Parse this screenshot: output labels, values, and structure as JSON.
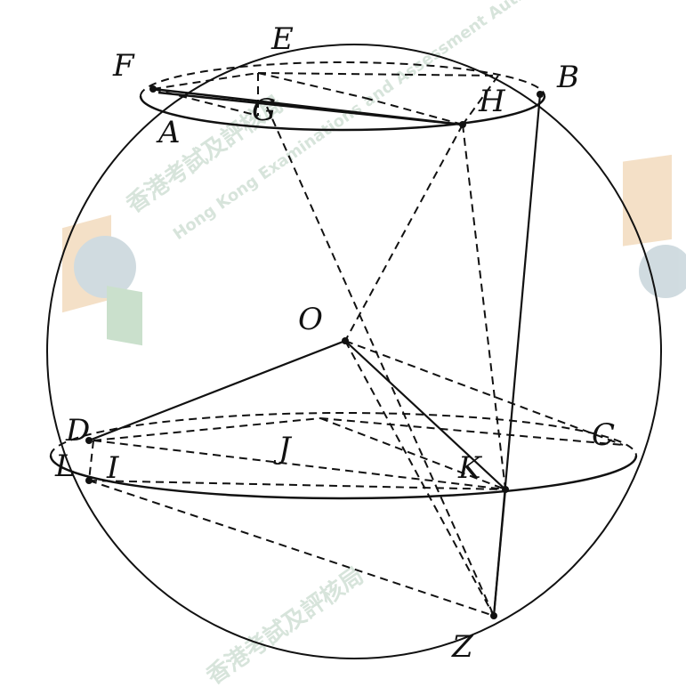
{
  "diagram": {
    "labels": {
      "F": "F",
      "E": "E",
      "B": "B",
      "H": "H",
      "G": "G",
      "A": "A",
      "O": "O",
      "D": "D",
      "C": "C",
      "J": "J",
      "I": "I",
      "K": "K",
      "L": "L",
      "Z": "Z"
    },
    "colors": {
      "line": "#111111",
      "watermark": "#8fb59a",
      "background": "#ffffff"
    }
  },
  "watermark": {
    "line1": "香港考試及評核局",
    "line2": "Hong Kong Examinations and Assessment Authority",
    "logo_icon": "hkeaa-logo-icon"
  }
}
